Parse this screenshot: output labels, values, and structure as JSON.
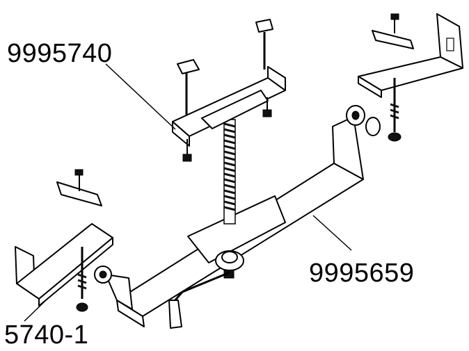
{
  "labels": {
    "part_top_bracket": "9995740",
    "part_main_bar": "9995659",
    "part_side_bracket": "5740-1"
  }
}
